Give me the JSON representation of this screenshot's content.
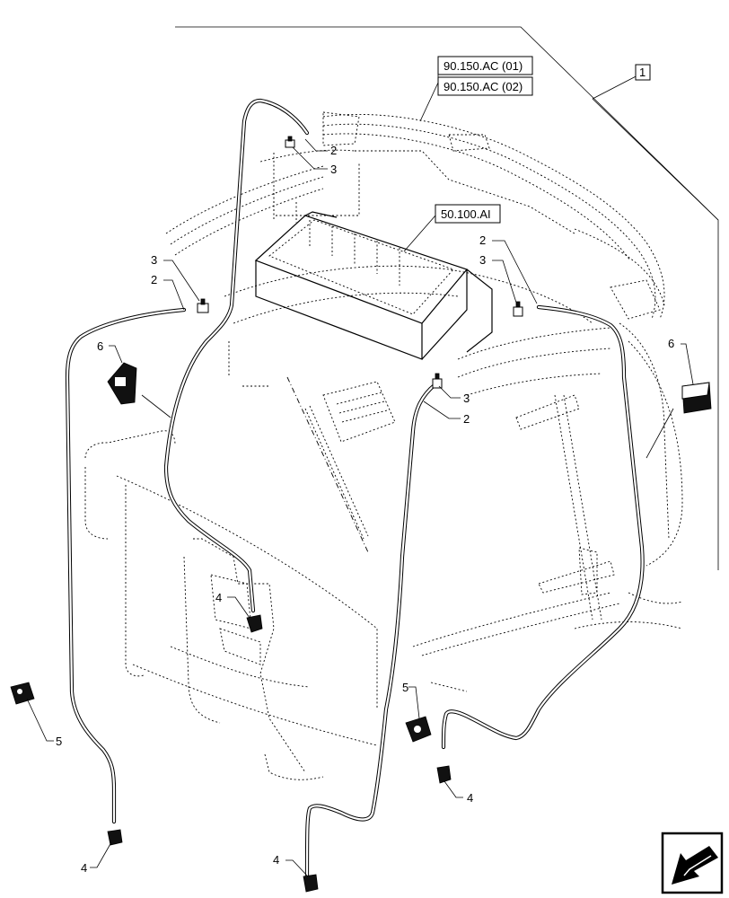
{
  "references": {
    "ref_1": "90.150.AC (01)",
    "ref_2": "90.150.AC (02)",
    "ref_3": "50.100.AI"
  },
  "callouts": {
    "assembly": "1",
    "c2_top": "2",
    "c3_top": "3",
    "c3_left": "3",
    "c2_left": "2",
    "c2_right": "2",
    "c3_right": "3",
    "c3_center": "3",
    "c2_center": "2",
    "c6_left": "6",
    "c6_right": "6",
    "c4_mid": "4",
    "c5_left": "5",
    "c5_center": "5",
    "c4_center": "4",
    "c4_bottom_left": "4",
    "c4_bottom_center": "4"
  },
  "icons": {
    "navigation": "arrow-back-icon"
  }
}
